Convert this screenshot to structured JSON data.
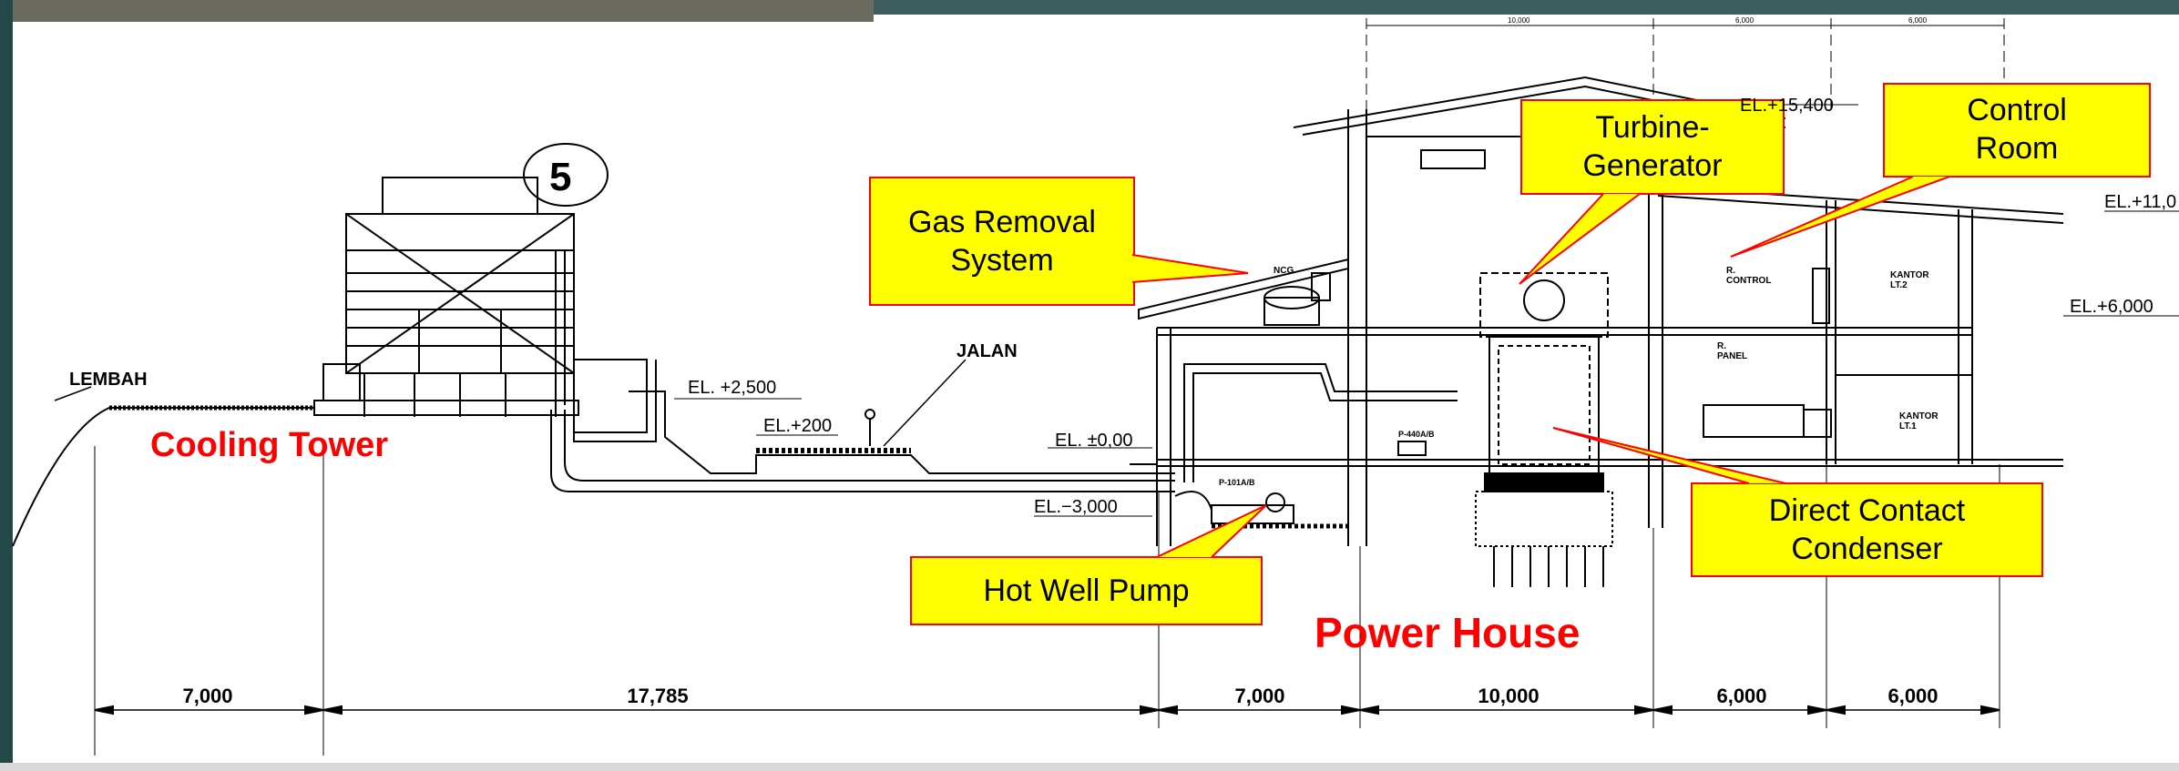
{
  "colors": {
    "callout_fill": "#ffff00",
    "callout_border": "#ff0000",
    "label_red": "#ff0000",
    "line": "#000000",
    "frame": "#24484a"
  },
  "callouts": {
    "gas_removal": "Gas Removal\nSystem",
    "turbine_generator": "Turbine-\nGenerator",
    "control_room": "Control\nRoom",
    "direct_contact_condenser": "Direct Contact\nCondenser",
    "hot_well_pump": "Hot Well Pump"
  },
  "labels": {
    "cooling_tower": "Cooling Tower",
    "power_house": "Power House"
  },
  "drawing_text": {
    "lembah": "LEMBAH",
    "jalan": "JALAN",
    "circle_number": "5",
    "el_2500": "EL.  +2,500",
    "el_200": "EL.+200",
    "el_0": "EL.  ±0,00",
    "el_minus_3000": "EL.−3,000",
    "el_15400": "EL.+15,400",
    "el_11": "EL.+11,0",
    "el_6000": "EL.+6,000",
    "ncg": "NCG",
    "r_control": "R.\nCONTROL",
    "r_panel": "R.\nPANEL",
    "kantor_lt2": "KANTOR\nLT.2",
    "kantor_lt1": "KANTOR\nLT.1",
    "pump_tag": "P-101A/B",
    "condenser_pump_tag": "P-440A/B"
  },
  "dimensions": [
    "7,000",
    "17,785",
    "7,000",
    "10,000",
    "6,000",
    "6,000"
  ],
  "top_dimensions": [
    "10,000",
    "6,000",
    "6,000"
  ]
}
